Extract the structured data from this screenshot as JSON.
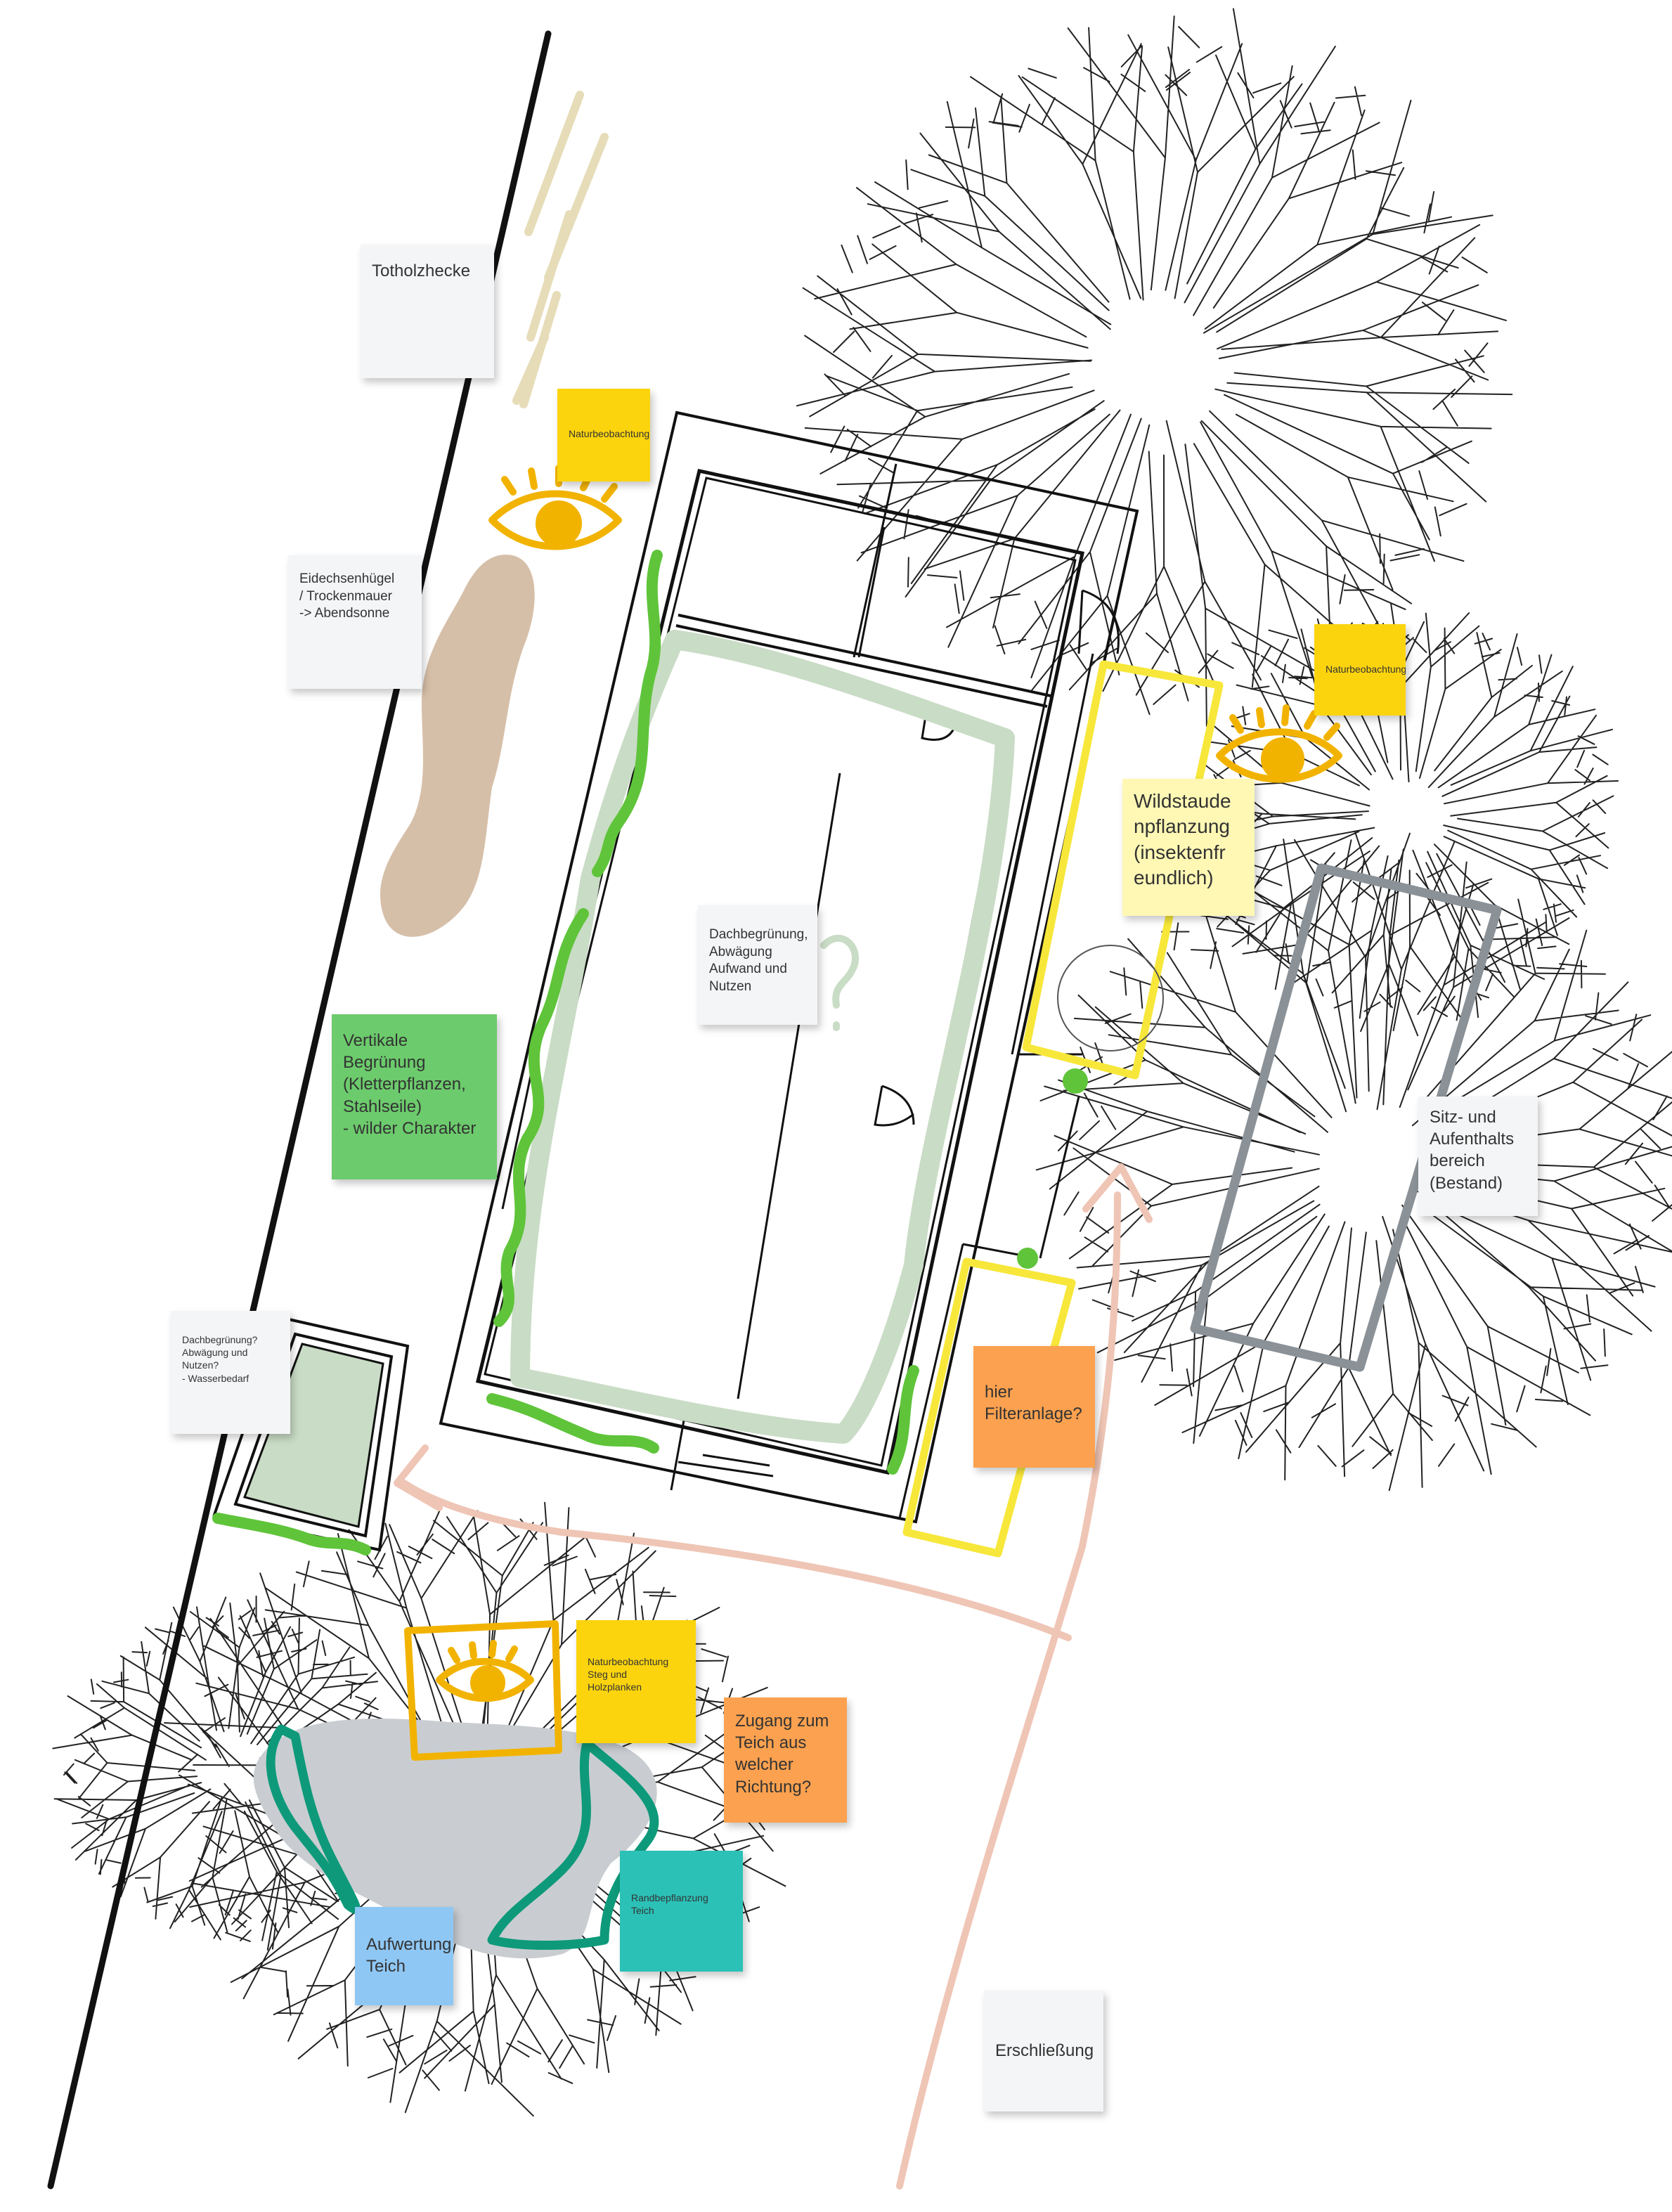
{
  "board": {
    "colors": {
      "ink": "#111111",
      "tree": "#222222",
      "eye": "#f2b300",
      "hedge": "#5fc43a",
      "roof_green": "#c9dcc5",
      "bed": "#f7e73a",
      "seating": "#8a9197",
      "arrow": "#efc5b5",
      "mound": "#d6bfa8",
      "pond": "#c9cdd1",
      "pond_edge": "#0e9a7a",
      "deadwood": "#e6dcb8"
    },
    "notes": [
      {
        "id": "totholzhecke",
        "color": "white",
        "text": "Totholzhecke"
      },
      {
        "id": "naturbeobachtung-1",
        "color": "yellow",
        "text": "Naturbeobachtung"
      },
      {
        "id": "eidechsenhuegel",
        "color": "white",
        "text": "Eidechsenhügel\n/ Trockenmauer\n-> Abendsonne"
      },
      {
        "id": "naturbeobachtung-2",
        "color": "yellow",
        "text": "Naturbeobachtung"
      },
      {
        "id": "wildstauden",
        "color": "lyellow",
        "text": "Wildstaude\nnpflanzung\n(insektenfr\neundlich)"
      },
      {
        "id": "dachbegruenung-main",
        "color": "white",
        "text": "Dachbegrünung,\nAbwägung\nAufwand und\nNutzen"
      },
      {
        "id": "vertikale-begruenung",
        "color": "green",
        "text": "Vertikale\nBegrünung\n(Kletterpflanzen,\nStahlseile)\n- wilder Charakter"
      },
      {
        "id": "sitzbereich",
        "color": "white",
        "text": "Sitz- und\nAufenthalts\nbereich\n(Bestand)"
      },
      {
        "id": "dachbegruenung-small",
        "color": "white",
        "text": "Dachbegrünung?\nAbwägung und\nNutzen?\n- Wasserbedarf"
      },
      {
        "id": "filteranlage",
        "color": "orange",
        "text": "hier\nFilteranlage?"
      },
      {
        "id": "naturbeobachtung-steg",
        "color": "yellow",
        "text": "Naturbeobachtung\nSteg und\nHolzplanken"
      },
      {
        "id": "zugang-teich",
        "color": "orange",
        "text": "Zugang zum\nTeich aus\nwelcher\nRichtung?"
      },
      {
        "id": "uferbepflanzung",
        "color": "teal",
        "text": "Randbepflanzung\nTeich"
      },
      {
        "id": "aufwertung-teich",
        "color": "blue",
        "text": "Aufwertung\nTeich"
      },
      {
        "id": "erschliessung",
        "color": "white",
        "text": "Erschließung"
      }
    ]
  }
}
